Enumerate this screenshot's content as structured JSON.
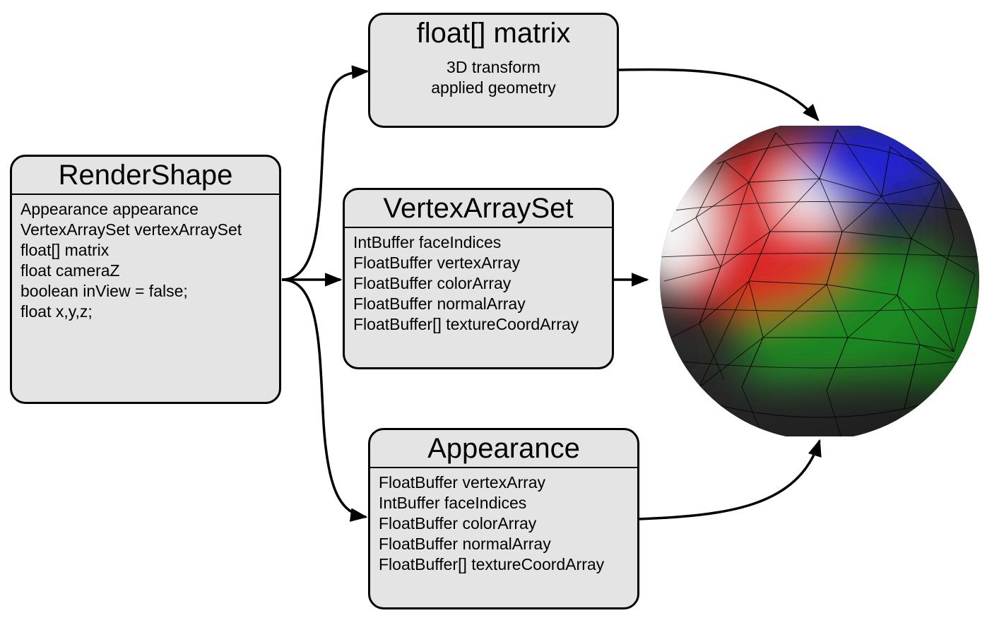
{
  "render_shape": {
    "title": "RenderShape",
    "fields": [
      "Appearance appearance",
      "VertexArraySet vertexArraySet",
      "float[] matrix",
      "float cameraZ",
      "boolean inView = false;",
      "float x,y,z;"
    ]
  },
  "matrix_box": {
    "title": "float[] matrix",
    "lines": [
      "3D transform",
      "applied geometry"
    ]
  },
  "vertex_array_set": {
    "title": "VertexArraySet",
    "fields": [
      "IntBuffer faceIndices",
      "FloatBuffer vertexArray",
      "FloatBuffer colorArray",
      "FloatBuffer normalArray",
      "FloatBuffer[] textureCoordArray"
    ]
  },
  "appearance": {
    "title": "Appearance",
    "fields": [
      "FloatBuffer vertexArray",
      "IntBuffer faceIndices",
      "FloatBuffer colorArray",
      "FloatBuffer normalArray",
      "FloatBuffer[] textureCoordArray"
    ]
  },
  "colors": {
    "box_fill": "#e4e4e4",
    "sphere_red": "#e01414",
    "sphere_blue": "#2222dd",
    "sphere_green": "#1f8a24",
    "sphere_dark": "#2a2a2a",
    "sphere_white": "#ffffff"
  }
}
